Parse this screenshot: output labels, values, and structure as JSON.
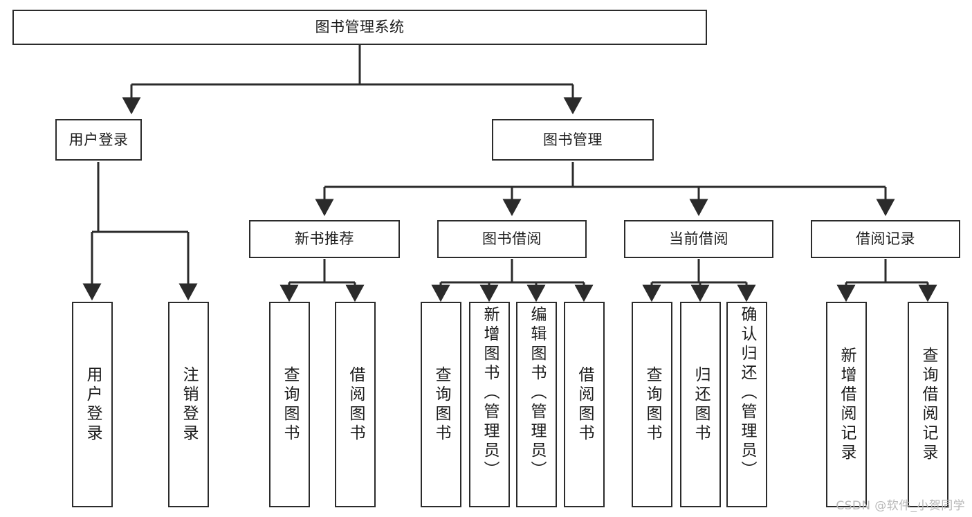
{
  "diagram": {
    "type": "tree-hierarchy-diagram",
    "title": "图书管理系统",
    "watermark": "CSDN @软件_小贺同学",
    "colors": {
      "stroke": "#2b2b2b",
      "fill": "#ffffff",
      "text": "#1b1b1b",
      "watermark": "#b8b8b8"
    },
    "levels": {
      "root": {
        "label": "图书管理系统"
      },
      "level2": [
        {
          "label": "用户登录"
        },
        {
          "label": "图书管理"
        }
      ],
      "level3": [
        {
          "label": "新书推荐"
        },
        {
          "label": "图书借阅"
        },
        {
          "label": "当前借阅"
        },
        {
          "label": "借阅记录"
        }
      ],
      "leaves": {
        "user_login": [
          {
            "label": "用户登录"
          },
          {
            "label": "注销登录"
          }
        ],
        "new_book_recommend": [
          {
            "label": "查询图书"
          },
          {
            "label": "借阅图书"
          }
        ],
        "book_borrow": [
          {
            "label": "查询图书"
          },
          {
            "label": "新增图书（管理员）"
          },
          {
            "label": "编辑图书（管理员）"
          },
          {
            "label": "借阅图书"
          }
        ],
        "current_borrow": [
          {
            "label": "查询图书"
          },
          {
            "label": "归还图书"
          },
          {
            "label": "确认归还（管理员）"
          }
        ],
        "borrow_record": [
          {
            "label": "新增借阅记录"
          },
          {
            "label": "查询借阅记录"
          }
        ]
      }
    }
  }
}
